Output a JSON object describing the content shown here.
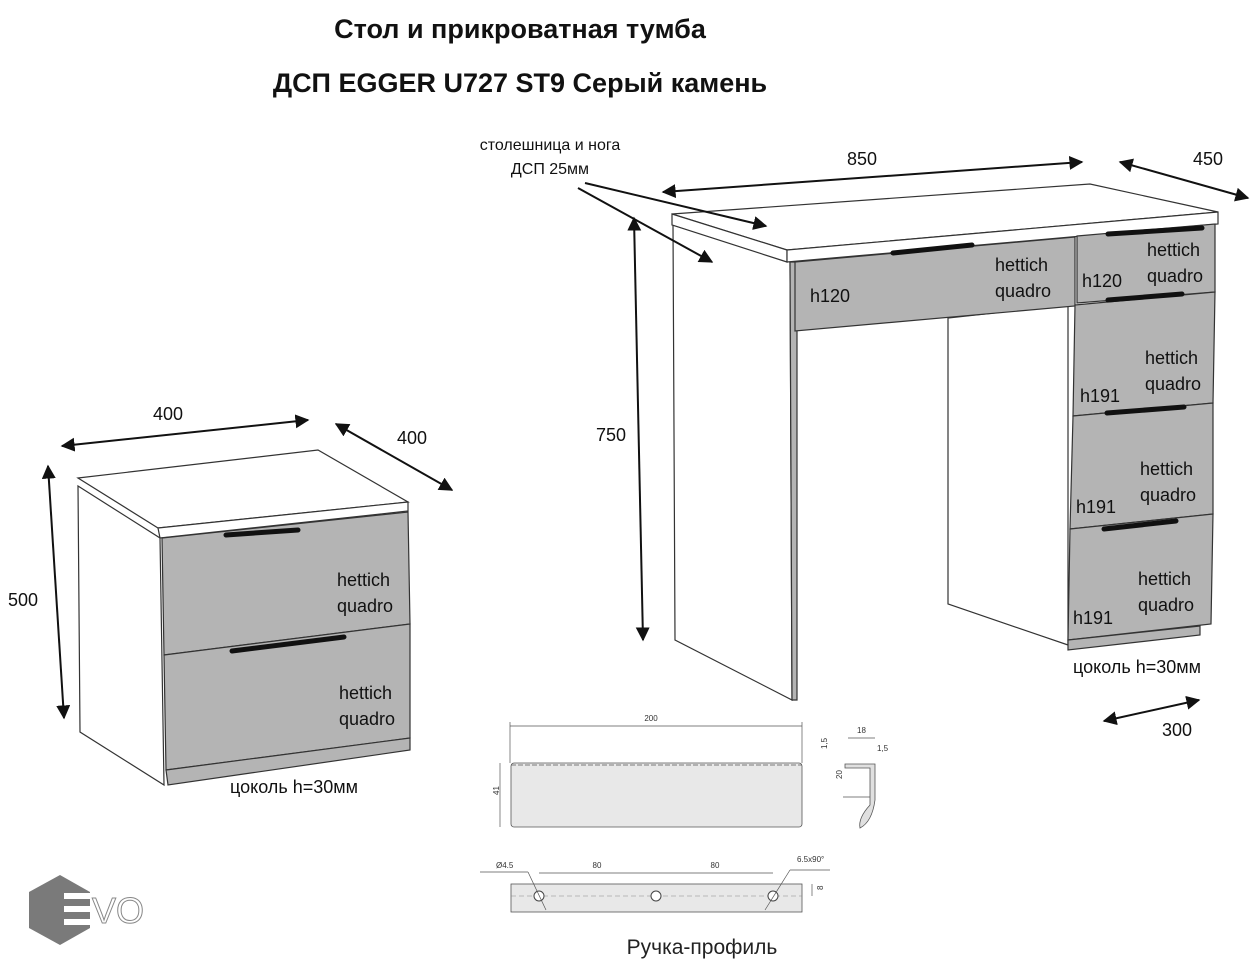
{
  "title": {
    "line1": "Стол и прикроватная тумба",
    "line2": "ДСП EGGER U727 ST9 Серый камень"
  },
  "nightstand": {
    "width": "400",
    "depth": "400",
    "height": "500",
    "drawers": [
      {
        "brand": "hettich",
        "model": "quadro"
      },
      {
        "brand": "hettich",
        "model": "quadro"
      }
    ],
    "plinth": "цоколь h=30мм"
  },
  "desk": {
    "note_line1": "столешница и нога",
    "note_line2": "ДСП 25мм",
    "width": "850",
    "depth": "450",
    "height": "750",
    "cabinet_depth": "300",
    "plinth": "цоколь h=30мм",
    "drawers": [
      {
        "height": "h120",
        "brand": "hettich",
        "model": "quadro"
      },
      {
        "height": "h120",
        "brand": "hettich",
        "model": "quadro"
      },
      {
        "height": "h191",
        "brand": "hettich",
        "model": "quadro"
      },
      {
        "height": "h191",
        "brand": "hettich",
        "model": "quadro"
      },
      {
        "height": "h191",
        "brand": "hettich",
        "model": "quadro"
      }
    ]
  },
  "handle": {
    "caption": "Ручка-профиль",
    "length": "200",
    "height": "41",
    "profile_depth": "18",
    "thickness_a": "1,5",
    "thickness_b": "1,5",
    "lip": "20",
    "hole_diameter": "Ø4.5",
    "spacing_a": "80",
    "spacing_b": "80",
    "countersink": "6.5x90°",
    "hole_offset": "8"
  },
  "logo": {
    "text": "EVO"
  }
}
